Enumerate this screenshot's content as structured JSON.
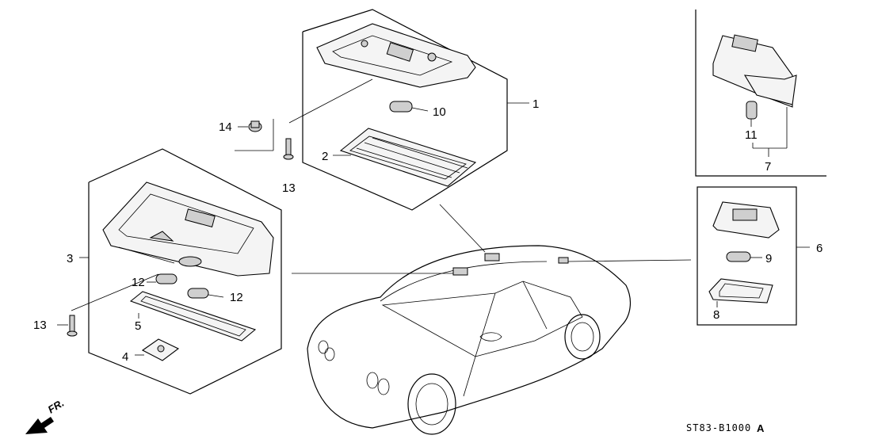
{
  "callouts": [
    "1",
    "2",
    "3",
    "4",
    "5",
    "6",
    "7",
    "8",
    "9",
    "10",
    "11",
    "12",
    "12",
    "13",
    "13",
    "14"
  ],
  "direction_label": "FR.",
  "diagram_code": "ST83-B1000",
  "diagram_code_suffix": "A"
}
